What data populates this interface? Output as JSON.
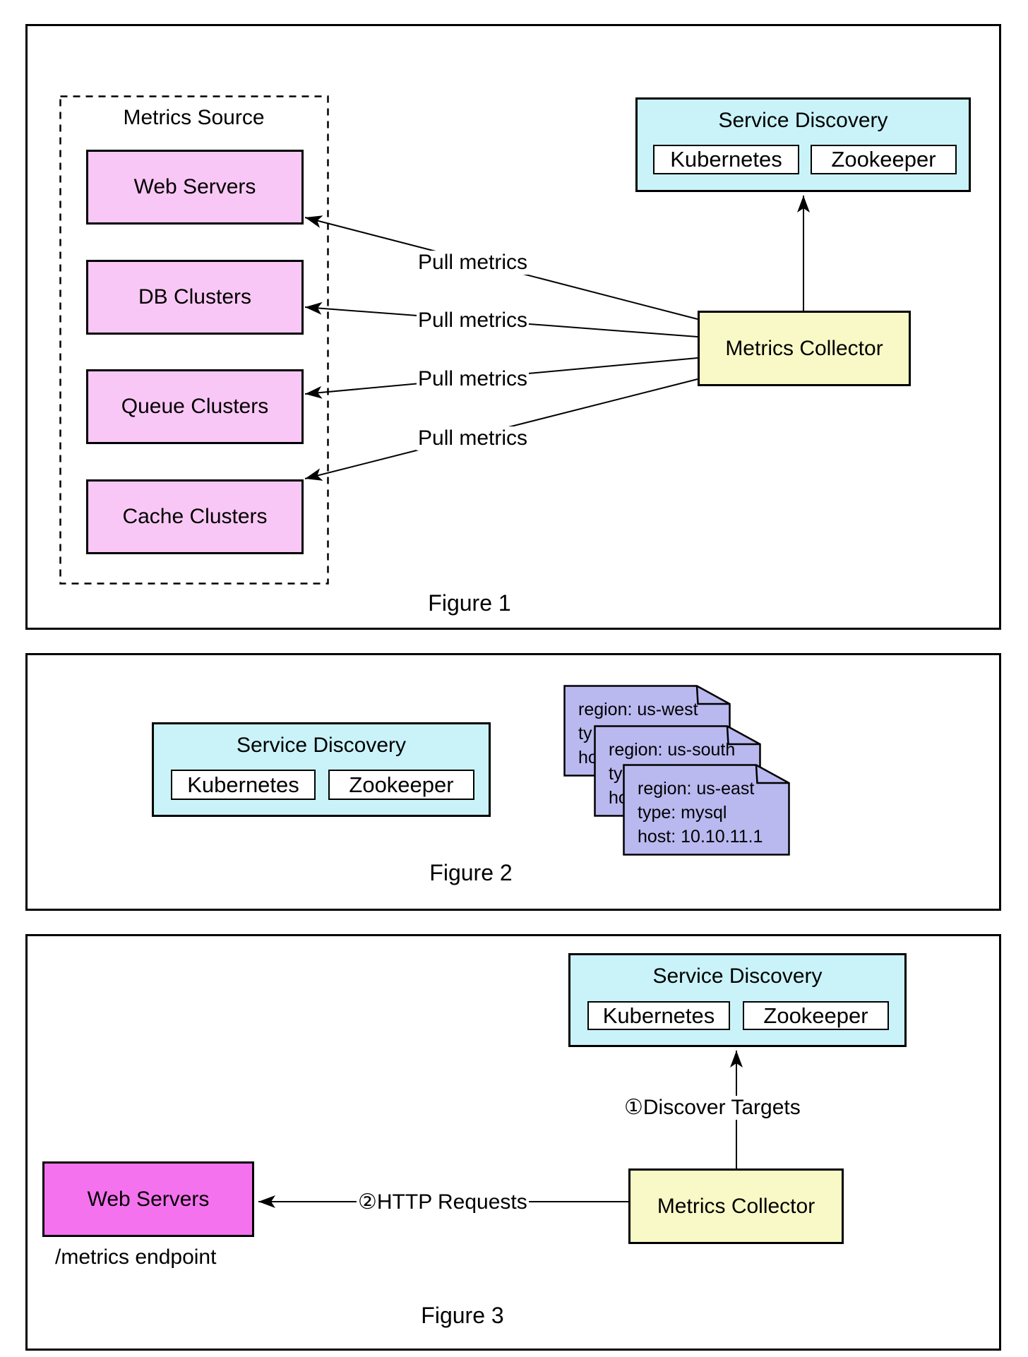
{
  "palette": {
    "background": "#ffffff",
    "frame_border": "#000000",
    "source_pink": "#f9c7f5",
    "web_server_magenta": "#f472ee",
    "service_discovery_cyan": "#c9f3f9",
    "collector_yellow": "#f9f9c7",
    "note_purple": "#b9b8ef"
  },
  "figure1": {
    "caption": "Figure 1",
    "metrics_source": {
      "title": "Metrics Source",
      "items": [
        "Web Servers",
        "DB Clusters",
        "Queue Clusters",
        "Cache Clusters"
      ]
    },
    "service_discovery": {
      "title": "Service Discovery",
      "providers": [
        "Kubernetes",
        "Zookeeper"
      ]
    },
    "collector": {
      "label": "Metrics Collector"
    },
    "pull_labels": [
      "Pull metrics",
      "Pull metrics",
      "Pull metrics",
      "Pull metrics"
    ]
  },
  "figure2": {
    "caption": "Figure 2",
    "service_discovery": {
      "title": "Service Discovery",
      "providers": [
        "Kubernetes",
        "Zookeeper"
      ]
    },
    "notes": [
      {
        "lines": [
          "region: us-west",
          "ty",
          "ho"
        ]
      },
      {
        "lines": [
          "region: us-south",
          "ty",
          "ho"
        ]
      },
      {
        "lines": [
          "region: us-east",
          "type: mysql",
          "host: 10.10.11.1"
        ]
      }
    ]
  },
  "figure3": {
    "caption": "Figure 3",
    "service_discovery": {
      "title": "Service Discovery",
      "providers": [
        "Kubernetes",
        "Zookeeper"
      ]
    },
    "collector": {
      "label": "Metrics Collector"
    },
    "web_servers": {
      "label": "Web Servers",
      "sublabel": "/metrics endpoint"
    },
    "discover_arrow_label": "①Discover Targets",
    "http_arrow_label": "②HTTP Requests"
  }
}
